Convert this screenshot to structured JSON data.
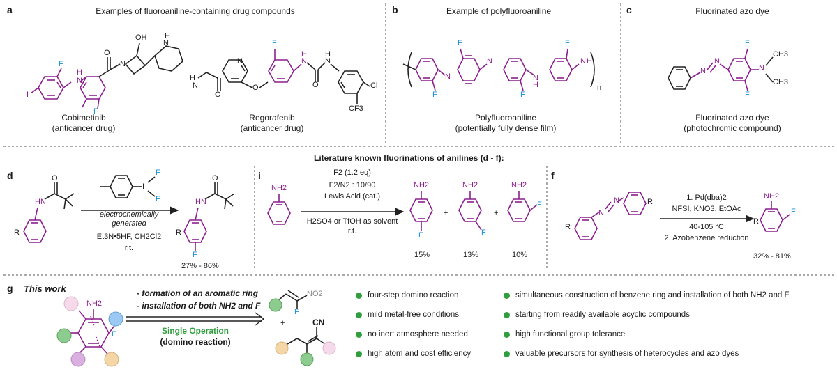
{
  "colors": {
    "purple": "#8a1f8e",
    "blue": "#1e8fd6",
    "green": "#2f9e3c",
    "bond": "#222222",
    "circle_pink": "#f6d9ea",
    "circle_blue": "#9cc9f3",
    "circle_green": "#8ccc8e",
    "circle_orange": "#f5d6a6",
    "circle_purple": "#d9b0df"
  },
  "panels": {
    "a": {
      "letter": "a",
      "title": "Examples of fluoroaniline-containing drug compounds",
      "drug1_name": "Cobimetinib",
      "drug1_note": "(anticancer drug)",
      "drug2_name": "Regorafenib",
      "drug2_note": "(anticancer drug)",
      "label_oh": "OH",
      "label_h": "H",
      "label_n": "N",
      "label_o": "O",
      "label_f": "F",
      "label_i": "I",
      "label_cl": "Cl",
      "label_cf3": "CF3",
      "label_nh": "N",
      "label_h2": "H"
    },
    "b": {
      "letter": "b",
      "title": "Example of polyfluoroaniline",
      "name": "Polyfluoroaniline",
      "note": "(potentially fully dense film)",
      "label_n": "N",
      "label_nh": "N",
      "label_h": "H",
      "label_f": "F",
      "label_sub": "n"
    },
    "c": {
      "letter": "c",
      "title": "Fluorinated azo dye",
      "name": "Fluorinated azo dye",
      "note": "(photochromic compound)",
      "label_n": "N",
      "label_ch3": "CH3",
      "label_f": "F"
    },
    "lit": {
      "header": "Literature known fluorinations of anilines (d - f):"
    },
    "d": {
      "letter": "d",
      "reagent_f": "F",
      "reagent_i": "I",
      "cond1": "electrochemically",
      "cond2": "generated",
      "cond3": "Et3N•5HF, CH2Cl2",
      "cond4": "r.t.",
      "yield": "27% - 86%",
      "label_hn": "HN",
      "label_o": "O",
      "label_r": "R",
      "label_f": "F"
    },
    "i": {
      "letter": "i",
      "line1": "F2 (1.2 eq)",
      "line2": "F2/N2 : 10/90",
      "line3": "Lewis Acid (cat.)",
      "line4": "H2SO4 or TfOH as solvent",
      "line5": "r.t.",
      "yield1": "15%",
      "yield2": "13%",
      "yield3": "10%",
      "label_nh2": "NH2",
      "label_f": "F",
      "plus": "+"
    },
    "f": {
      "letter": "f",
      "line1": "1. Pd(dba)2",
      "line2": "NFSI, KNO3, EtOAc",
      "line3": "40-105 °C",
      "line4": "2. Azobenzene reduction",
      "yield": "32% - 81%",
      "label_r": "R",
      "label_n": "N",
      "label_nh2": "NH2",
      "label_f": "F"
    },
    "g": {
      "letter": "g",
      "title": "This work",
      "point1": "- formation of an aromatic ring",
      "point2": "- installation of both NH2 and F",
      "arrow_top": "Single Operation",
      "arrow_bottom": "(domino reaction)",
      "label_nh2": "NH2",
      "label_f": "F",
      "label_no2": "NO2",
      "label_cn": "CN",
      "plus": "+",
      "bullets_left": [
        "four-step domino reaction",
        "mild metal-free conditions",
        "no inert atmosphere needed",
        "high atom and cost efficiency"
      ],
      "bullets_right": [
        "simultaneous construction of benzene ring and installation of both NH2 and F",
        "starting from readily available acyclic compounds",
        "high functional group tolerance",
        "valuable precursors for synthesis of heterocycles and azo dyes"
      ]
    }
  }
}
